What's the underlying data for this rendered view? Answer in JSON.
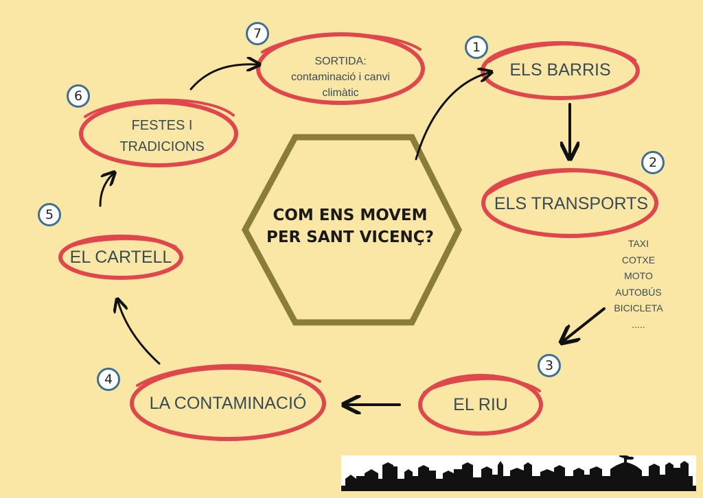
{
  "center": {
    "line1": "COM ENS MOVEM",
    "line2": "PER SANT VICENÇ?"
  },
  "steps": [
    {
      "number": "1",
      "label": "ELS BARRIS"
    },
    {
      "number": "2",
      "label": "ELS TRANSPORTS"
    },
    {
      "number": "3",
      "label": "EL RIU"
    },
    {
      "number": "4",
      "label": "LA CONTAMINACIÓ"
    },
    {
      "number": "5",
      "label": "EL CARTELL"
    },
    {
      "number": "6",
      "label_line1": "FESTES I",
      "label_line2": "TRADICIONS"
    },
    {
      "number": "7",
      "label_line1": "SORTIDA:",
      "label_line2": "contaminació i canvi",
      "label_line3": "climàtic"
    }
  ],
  "transports": [
    "TAXI",
    "COTXE",
    "MOTO",
    "AUTOBÚS",
    "BICICLETA",
    "....."
  ],
  "colors": {
    "background": "#fbe7a5",
    "ellipse_red": "#e0474c",
    "hexagon": "#8a7d3b",
    "number_ring": "#3e6e94",
    "arrow": "#111111",
    "skyline": "#111111"
  }
}
